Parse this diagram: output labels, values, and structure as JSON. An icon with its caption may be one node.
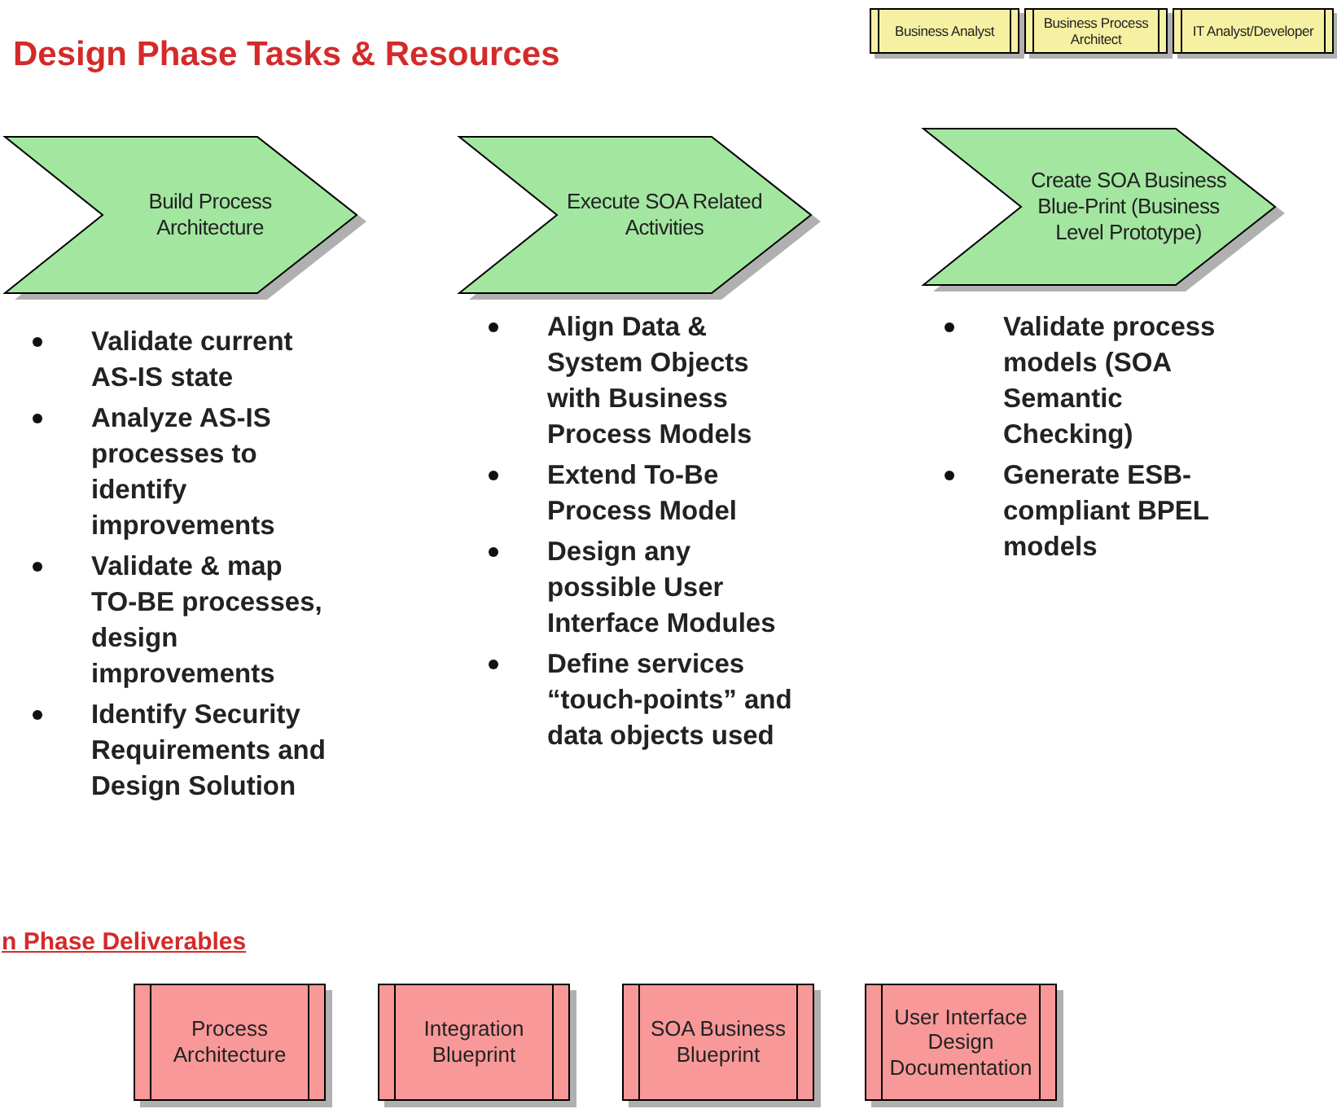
{
  "diagram": {
    "title": "Design Phase Tasks & Resources",
    "nodes": [
      {
        "text": [
          "Business Analyst"
        ]
      },
      {
        "text": [
          "Business Process Architect"
        ]
      },
      {
        "text": [
          "IT Analyst/Developer"
        ]
      },
      {
        "text": [
          "Build Process Architecture"
        ],
        "beside": [
          "Validate current AS-IS state",
          "Analyze AS-IS processes to identify improvements",
          "Validate & map TO-BE processes, design improvements",
          "Identify Security Requirements and Design Solution"
        ]
      },
      {
        "text": [
          "Execute SOA Related Activities"
        ],
        "beside": [
          "Align Data & System Objects with Business Process Models",
          "Extend To-Be Process Model",
          "Design any possible User Interface Modules",
          "Define services “touch-points” and data objects used"
        ]
      },
      {
        "text": [
          "Create SOA Business Blue-Print (Business Level Prototype)"
        ],
        "beside": [
          "Validate process models (SOA Semantic Checking)",
          "Generate ESB-compliant BPEL models"
        ]
      },
      {
        "text": [
          "Process Architecture"
        ]
      },
      {
        "text": [
          "Integration Blueprint"
        ]
      },
      {
        "text": [
          "SOA Business Blueprint"
        ]
      },
      {
        "text": [
          "User Interface Design Documentation"
        ]
      }
    ],
    "labels": [
      "n Phase Deliverables"
    ]
  }
}
